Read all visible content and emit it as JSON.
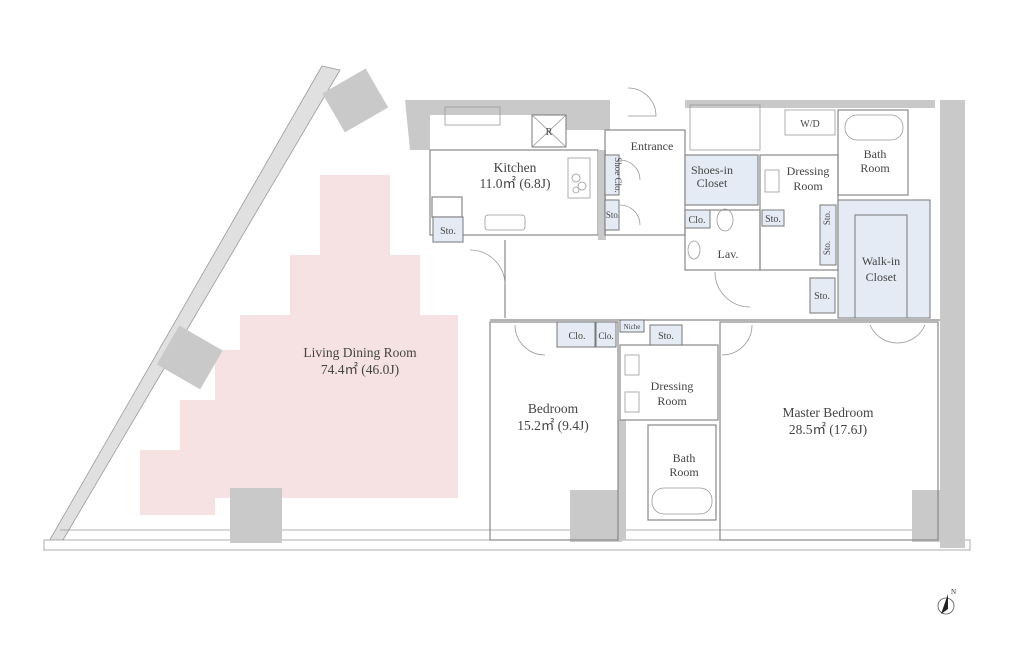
{
  "floor_plan": {
    "rooms": {
      "living": {
        "name": "Living Dining Room",
        "area": "74.4㎡ (46.0J)"
      },
      "kitchen": {
        "name": "Kitchen",
        "area": "11.0㎡ (6.8J)"
      },
      "bedroom": {
        "name": "Bedroom",
        "area": "15.2㎡ (9.4J)"
      },
      "master": {
        "name": "Master Bedroom",
        "area": "28.5㎡ (17.6J)"
      },
      "entrance": "Entrance",
      "shoes_closet": [
        "Shoes-in",
        "Closet"
      ],
      "dressing1": [
        "Dressing",
        "Room"
      ],
      "dressing2": [
        "Dressing",
        "Room"
      ],
      "bath1": [
        "Bath",
        "Room"
      ],
      "bath2": [
        "Bath",
        "Room"
      ],
      "walkin": [
        "Walk-in",
        "Closet"
      ],
      "lav": "Lav."
    },
    "fixtures": {
      "refrigerator": "R",
      "washer_dryer": "W/D",
      "shoe_clo": "Shoe Clo.",
      "sto": "Sto.",
      "clo": "Clo.",
      "niche": "Niche"
    },
    "north": "N",
    "colors": {
      "wall": "#c9c9c9",
      "living_fill": "#f6e2e2",
      "closet_fill": "#e4ebf4"
    }
  }
}
